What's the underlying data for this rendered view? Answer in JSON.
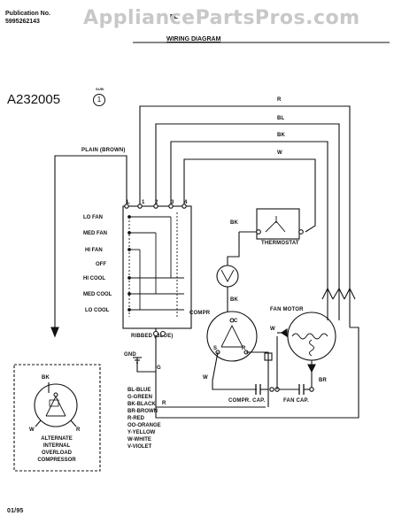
{
  "header": {
    "publication_label": "Publication No.",
    "publication_number": "5995262143",
    "partial_text": "EL",
    "watermark": "AppliancePartsPros.com",
    "diagram_title": "WIRING DIAGRAM"
  },
  "model": {
    "number": "A232005",
    "sub_label": "SUB.",
    "sub_value": "1"
  },
  "wires": {
    "r": "R",
    "bl": "BL",
    "bk": "BK",
    "w": "W"
  },
  "labels": {
    "plain_brown": "PLAIN (BROWN)",
    "ribbed_blue": "RIBBED (BLUE)",
    "gnd": "GND",
    "g": "G",
    "thermostat": "THERMOSTAT",
    "compr": "COMPR",
    "fan_motor": "FAN MOTOR",
    "compr_cap": "COMPR. CAP.",
    "fan_cap": "FAN CAP.",
    "bk_thermo": "BK",
    "bk_compr": "BK",
    "w_fan": "W",
    "br_fan": "BR",
    "r_bottom": "R",
    "w_left": "W",
    "s": "S",
    "c": "C",
    "r_term": "R",
    "inset_bk": "BK",
    "inset_w": "W",
    "inset_r": "R"
  },
  "switch": {
    "terminals": [
      "L",
      "1",
      "2",
      "3",
      "4"
    ],
    "positions": [
      "LO FAN",
      "MED FAN",
      "HI FAN",
      "OFF",
      "HI COOL",
      "MED COOL",
      "LO COOL"
    ]
  },
  "legend": [
    "BL-BLUE",
    "G-GREEN",
    "BK-BLACK",
    "BR-BROWN",
    "R-RED",
    "OO-ORANGE",
    "Y-YELLOW",
    "W-WHITE",
    "V-VIOLET"
  ],
  "inset_caption": [
    "ALTERNATE",
    "INTERNAL",
    "OVERLOAD",
    "COMPRESSOR"
  ],
  "footer": {
    "date": "01/95"
  }
}
